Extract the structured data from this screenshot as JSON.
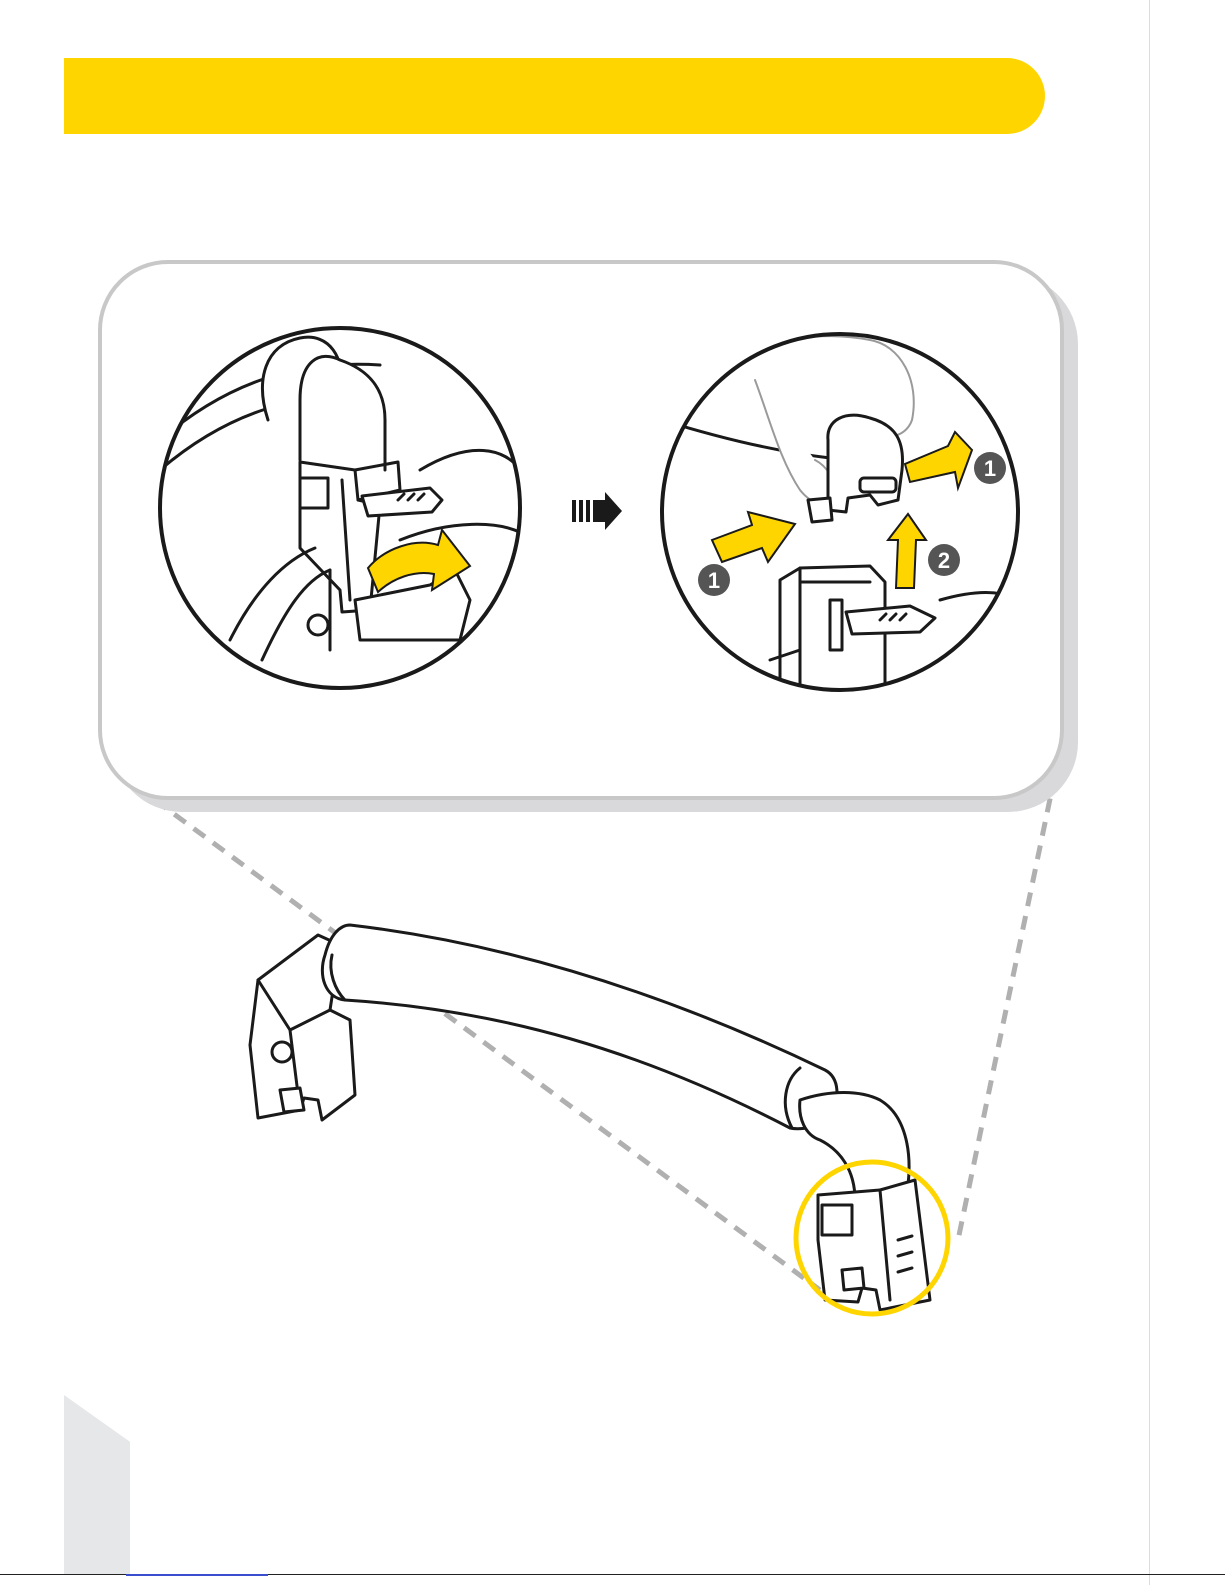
{
  "colors": {
    "accent": "#FFD500",
    "panel_border": "#c8c8c8",
    "panel_shadow": "#d9d9dc",
    "badge": "#555555",
    "line": "#1a1a1a",
    "dash": "#b0b0b0",
    "tab": "#e6e7e9"
  },
  "icons": {
    "step_arrow": "triple-bar-arrow-right-icon",
    "release_arrow": "curved-arrow-icon",
    "push_arrow": "yellow-arrow-icon"
  },
  "badges": {
    "step1_right": "1",
    "step1_left": "1",
    "step2": "2"
  }
}
